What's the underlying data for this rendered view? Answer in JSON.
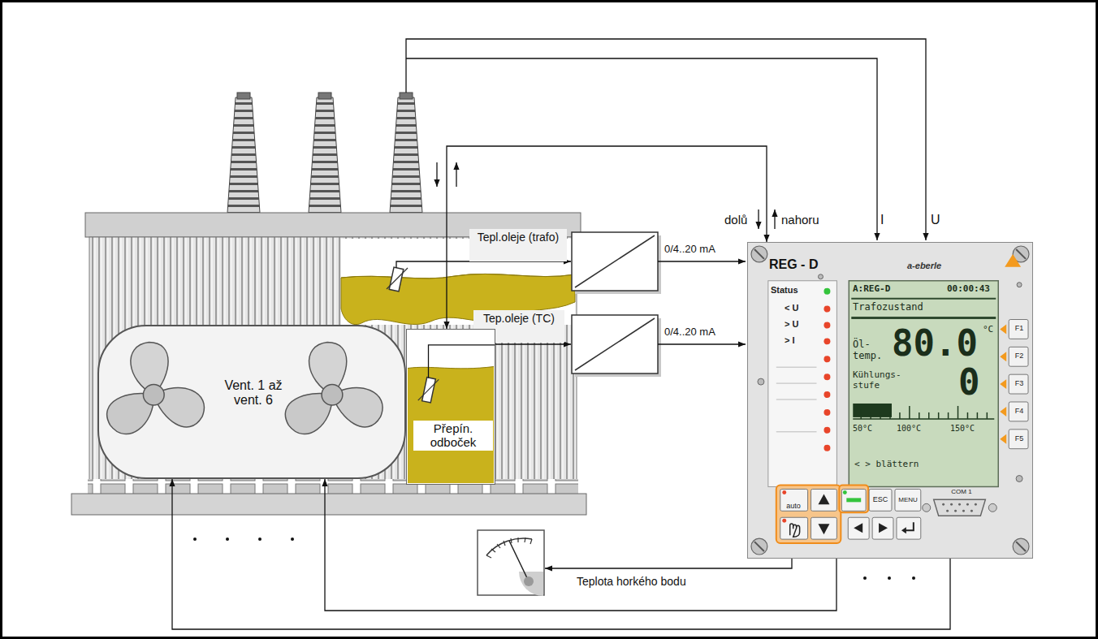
{
  "diagram": {
    "nodes": [
      {
        "text": [
          "Vent. 1 až vent. 6"
        ]
      },
      {
        "text": [
          "Přepín. odboček"
        ]
      },
      {
        "text": [
          "REG - D",
          "a-eberle"
        ]
      },
      {
        "text": [
          "Teplota horkého bodu"
        ]
      }
    ],
    "edges": [
      {
        "from": 2,
        "to": 0,
        "arrow": "to"
      },
      {
        "from": 2,
        "to": 0,
        "arrow": "to"
      },
      {
        "from": 2,
        "to": 3,
        "arrow": "to"
      },
      {
        "from": 1,
        "to": 2,
        "arrow": "both"
      }
    ],
    "labels": [
      "I",
      "U",
      "dolů",
      "nahoru",
      "Tepl.oleje (trafo)",
      "Tep.oleje (TC)",
      "0/4..20 mA",
      "0/4..20 mA",
      "Status",
      "< U",
      "> U",
      "> I",
      "A:REG-D",
      "00:00:43",
      "Trafozustand",
      "Öl-temp.",
      "80.0",
      "°C",
      "Kühlungs-stufe",
      "0",
      "50°C",
      "100°C",
      "150°C",
      "< > blättern",
      "F1",
      "F2",
      "F3",
      "F4",
      "F5",
      "auto",
      "ESC",
      "MENU",
      "COM 1"
    ]
  }
}
